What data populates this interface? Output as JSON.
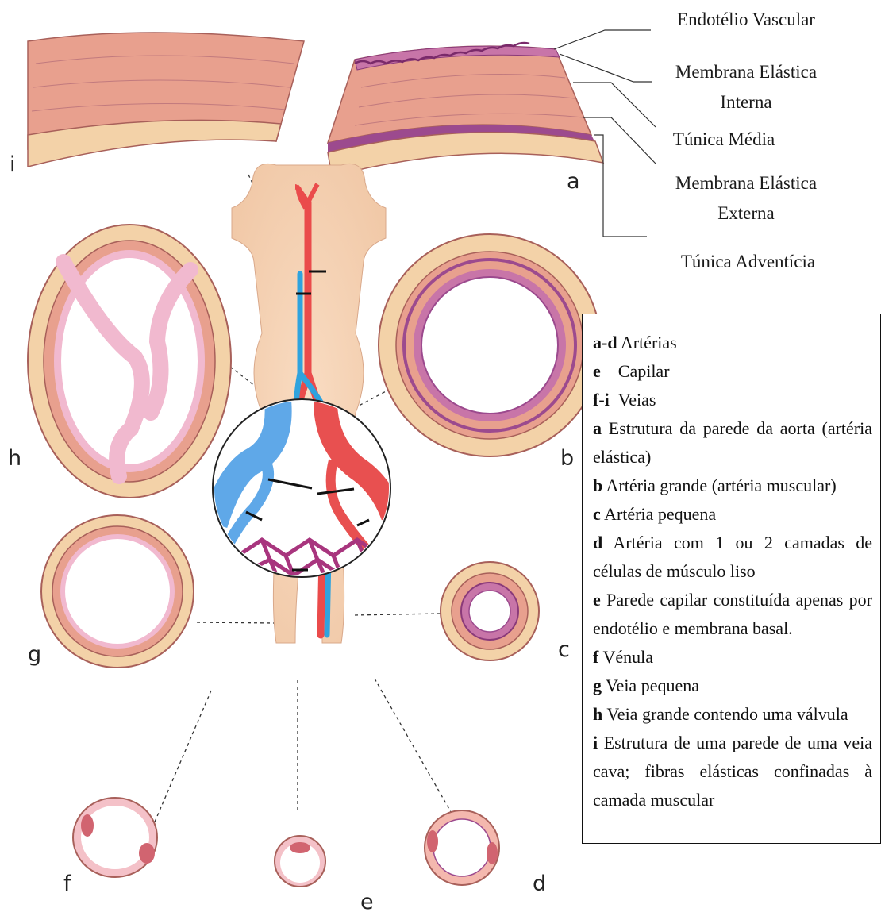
{
  "letters": [
    "a",
    "b",
    "c",
    "d",
    "e",
    "f",
    "g",
    "h",
    "i"
  ],
  "wall_labels": [
    {
      "text": "Endotélio Vascular"
    },
    {
      "text": "Membrana Elástica Interna",
      "line1": "Membrana Elástica",
      "line2": "Interna"
    },
    {
      "text": "Túnica Média"
    },
    {
      "text": "Membrana Elástica Externa",
      "line1": "Membrana Elástica",
      "line2": "Externa"
    },
    {
      "text": "Túnica Adventícia"
    }
  ],
  "legend": [
    {
      "key": "a-d",
      "text": "Artérias"
    },
    {
      "key": "e",
      "text": "Capilar"
    },
    {
      "key": "f-i",
      "text": "Veias"
    },
    {
      "key": "a",
      "text": "Estrutura da parede da aorta (artéria elástica)"
    },
    {
      "key": "b",
      "text": "Artéria grande (artéria muscular)"
    },
    {
      "key": "c",
      "text": "Artéria pequena"
    },
    {
      "key": "d",
      "text": "Artéria com 1 ou 2 camadas de células de músculo liso"
    },
    {
      "key": "e",
      "text": "Parede capilar constituída apenas por endotélio e membrana basal."
    },
    {
      "key": "f",
      "text": "Vénula"
    },
    {
      "key": "g",
      "text": "Veia pequena"
    },
    {
      "key": "h",
      "text": "Veia grande contendo uma válvula"
    },
    {
      "key": "i",
      "text": "Estrutura de uma parede de uma veia cava; fibras elásticas confinadas à camada muscular"
    }
  ],
  "colors": {
    "adventitia": "#f3d2a8",
    "media": "#e79e8c",
    "elastic": "#9c4a8e",
    "endothelium": "#f1b9cf",
    "skin": "#f6d3b6",
    "artery": "#ea4b4b",
    "vein": "#2fa3de",
    "capillary": "#a8357e"
  }
}
